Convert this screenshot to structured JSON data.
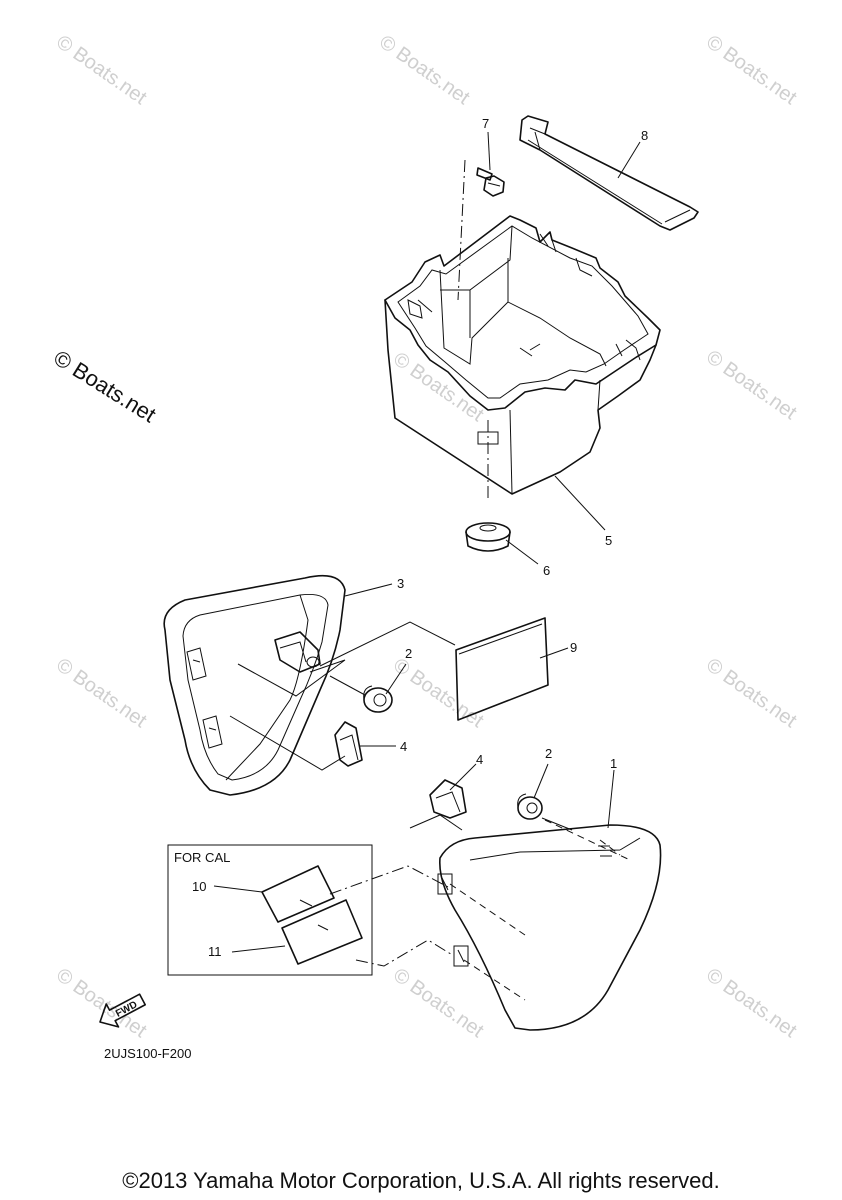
{
  "watermark": {
    "text": "© Boats.net"
  },
  "callouts": [
    "7",
    "8",
    "5",
    "6",
    "3",
    "2",
    "9",
    "4",
    "4",
    "2",
    "1",
    "10",
    "11"
  ],
  "for_cal_box": {
    "label": "FOR CAL"
  },
  "fwd_arrow": {
    "label": "FWD"
  },
  "part_code": "2UJS100-F200",
  "copyright": "©2013 Yamaha Motor Corporation, U.S.A. All rights reserved."
}
